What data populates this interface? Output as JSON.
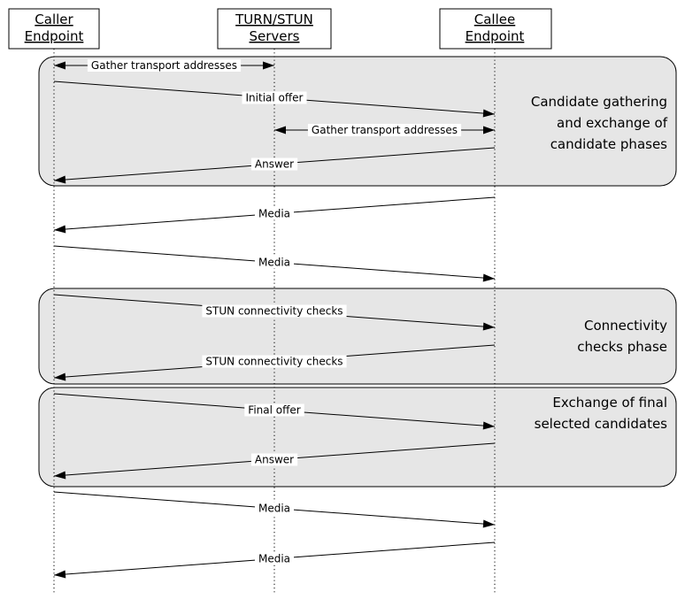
{
  "actors": [
    {
      "id": "caller",
      "lines": [
        "Caller",
        "Endpoint"
      ]
    },
    {
      "id": "servers",
      "lines": [
        "TURN/STUN",
        "Servers"
      ]
    },
    {
      "id": "callee",
      "lines": [
        "Callee",
        "Endpoint"
      ]
    }
  ],
  "phases": [
    {
      "lines": [
        "Candidate gathering",
        "and exchange of",
        "candidate phases"
      ]
    },
    {
      "lines": [
        "Connectivity",
        "checks phase"
      ]
    },
    {
      "lines": [
        "Exchange of final",
        "selected candidates"
      ]
    }
  ],
  "messages": [
    {
      "label": "Gather transport addresses",
      "from": "caller",
      "to": "servers",
      "bidirectional": true
    },
    {
      "label": "Initial offer",
      "from": "caller",
      "to": "callee"
    },
    {
      "label": "Gather transport addresses",
      "from": "servers",
      "to": "callee",
      "bidirectional": true
    },
    {
      "label": "Answer",
      "from": "callee",
      "to": "caller"
    },
    {
      "label": "Media",
      "from": "callee",
      "to": "caller"
    },
    {
      "label": "Media",
      "from": "caller",
      "to": "callee"
    },
    {
      "label": "STUN connectivity checks",
      "from": "caller",
      "to": "callee"
    },
    {
      "label": "STUN connectivity checks",
      "from": "callee",
      "to": "caller"
    },
    {
      "label": "Final offer",
      "from": "caller",
      "to": "callee"
    },
    {
      "label": "Answer",
      "from": "callee",
      "to": "caller"
    },
    {
      "label": "Media",
      "from": "caller",
      "to": "callee"
    },
    {
      "label": "Media",
      "from": "callee",
      "to": "caller"
    }
  ]
}
